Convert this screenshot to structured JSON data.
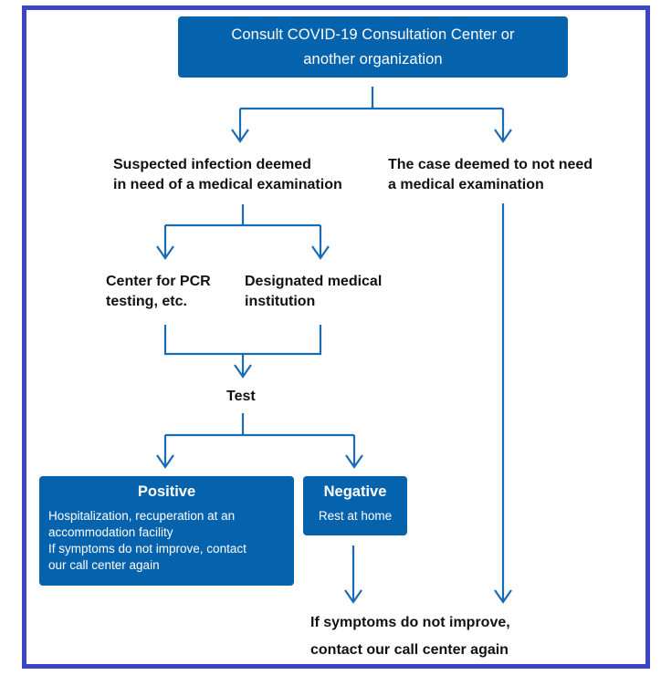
{
  "colors": {
    "frame_border": "#3f45c9",
    "box_fill": "#0562ad",
    "connector": "#1a6bb5",
    "box_text": "#ffffff",
    "label_text": "#111111"
  },
  "nodes": {
    "start": {
      "lines": [
        "Consult COVID-19 Consultation Center or",
        "another organization"
      ]
    },
    "suspected": {
      "lines": [
        "Suspected infection deemed",
        "in need of a medical examination"
      ]
    },
    "no_exam": {
      "lines": [
        "The case deemed to not need",
        "a medical examination"
      ]
    },
    "pcr_center": {
      "lines": [
        "Center for PCR",
        "testing, etc."
      ]
    },
    "designated": {
      "lines": [
        "Designated medical",
        "institution"
      ]
    },
    "test": {
      "label": "Test"
    },
    "positive": {
      "title": "Positive",
      "body_lines": [
        "Hospitalization, recuperation at an",
        "accommodation facility",
        "If symptoms do not improve, contact",
        "our call center again"
      ]
    },
    "negative": {
      "title": "Negative",
      "body_lines": [
        "Rest at home"
      ]
    },
    "final": {
      "lines": [
        "If symptoms do not improve,",
        "contact our call center again"
      ]
    }
  },
  "edges": [
    {
      "from": "start",
      "to": "suspected"
    },
    {
      "from": "start",
      "to": "no_exam"
    },
    {
      "from": "suspected",
      "to": "pcr_center"
    },
    {
      "from": "suspected",
      "to": "designated"
    },
    {
      "from": "pcr_center",
      "to": "test"
    },
    {
      "from": "designated",
      "to": "test"
    },
    {
      "from": "test",
      "to": "positive"
    },
    {
      "from": "test",
      "to": "negative"
    },
    {
      "from": "negative",
      "to": "final"
    },
    {
      "from": "no_exam",
      "to": "final"
    }
  ]
}
